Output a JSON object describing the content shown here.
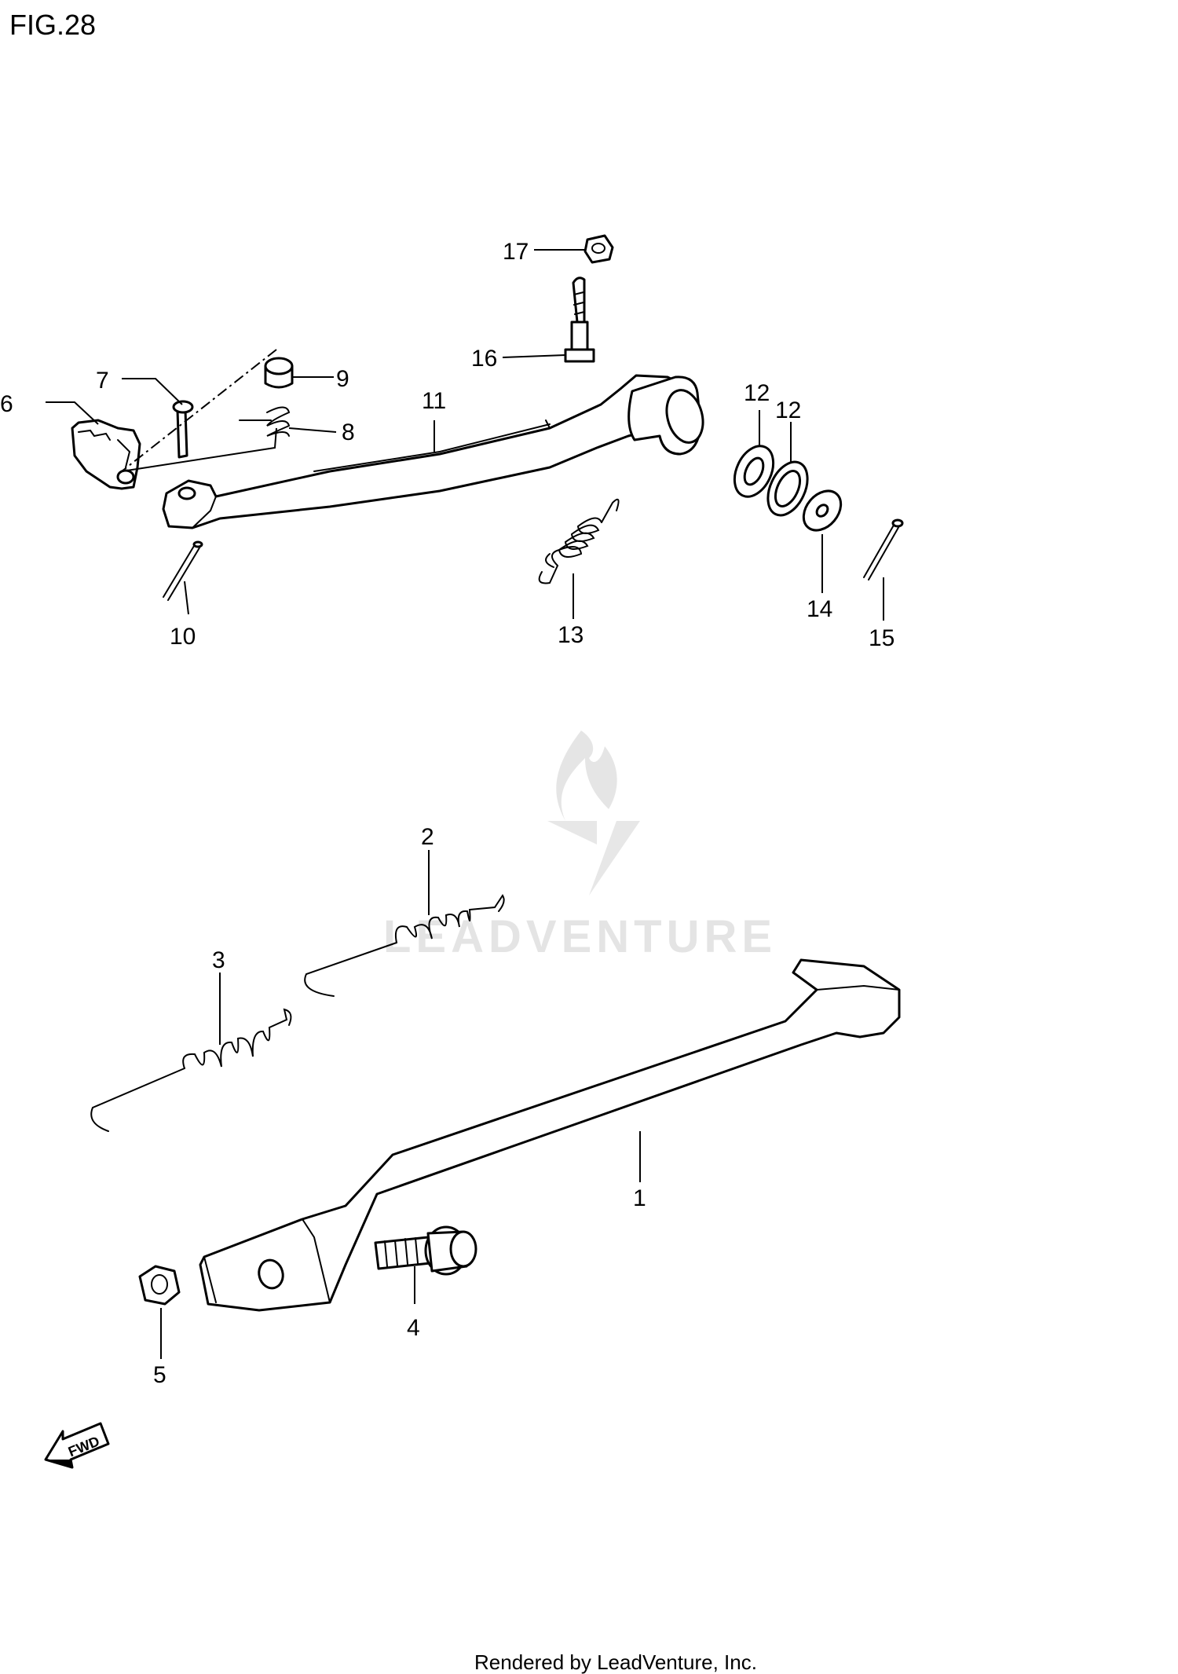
{
  "figure": {
    "title": "FIG.28"
  },
  "callouts": [
    {
      "id": "c1",
      "label": "1"
    },
    {
      "id": "c2",
      "label": "2"
    },
    {
      "id": "c3",
      "label": "3"
    },
    {
      "id": "c4",
      "label": "4"
    },
    {
      "id": "c5",
      "label": "5"
    },
    {
      "id": "c6",
      "label": "6"
    },
    {
      "id": "c7",
      "label": "7"
    },
    {
      "id": "c8",
      "label": "8"
    },
    {
      "id": "c9",
      "label": "9"
    },
    {
      "id": "c10",
      "label": "10"
    },
    {
      "id": "c11",
      "label": "11"
    },
    {
      "id": "c12a",
      "label": "12"
    },
    {
      "id": "c12b",
      "label": "12"
    },
    {
      "id": "c13",
      "label": "13"
    },
    {
      "id": "c14",
      "label": "14"
    },
    {
      "id": "c15",
      "label": "15"
    },
    {
      "id": "c16",
      "label": "16"
    },
    {
      "id": "c17",
      "label": "17"
    }
  ],
  "fwd_indicator": {
    "label": "FWD",
    "icon": "arrow-left-icon"
  },
  "watermark": {
    "text": "LEADVENTURE",
    "icon": "flame-logo-icon"
  },
  "footer": {
    "text": "Rendered by LeadVenture, Inc."
  }
}
